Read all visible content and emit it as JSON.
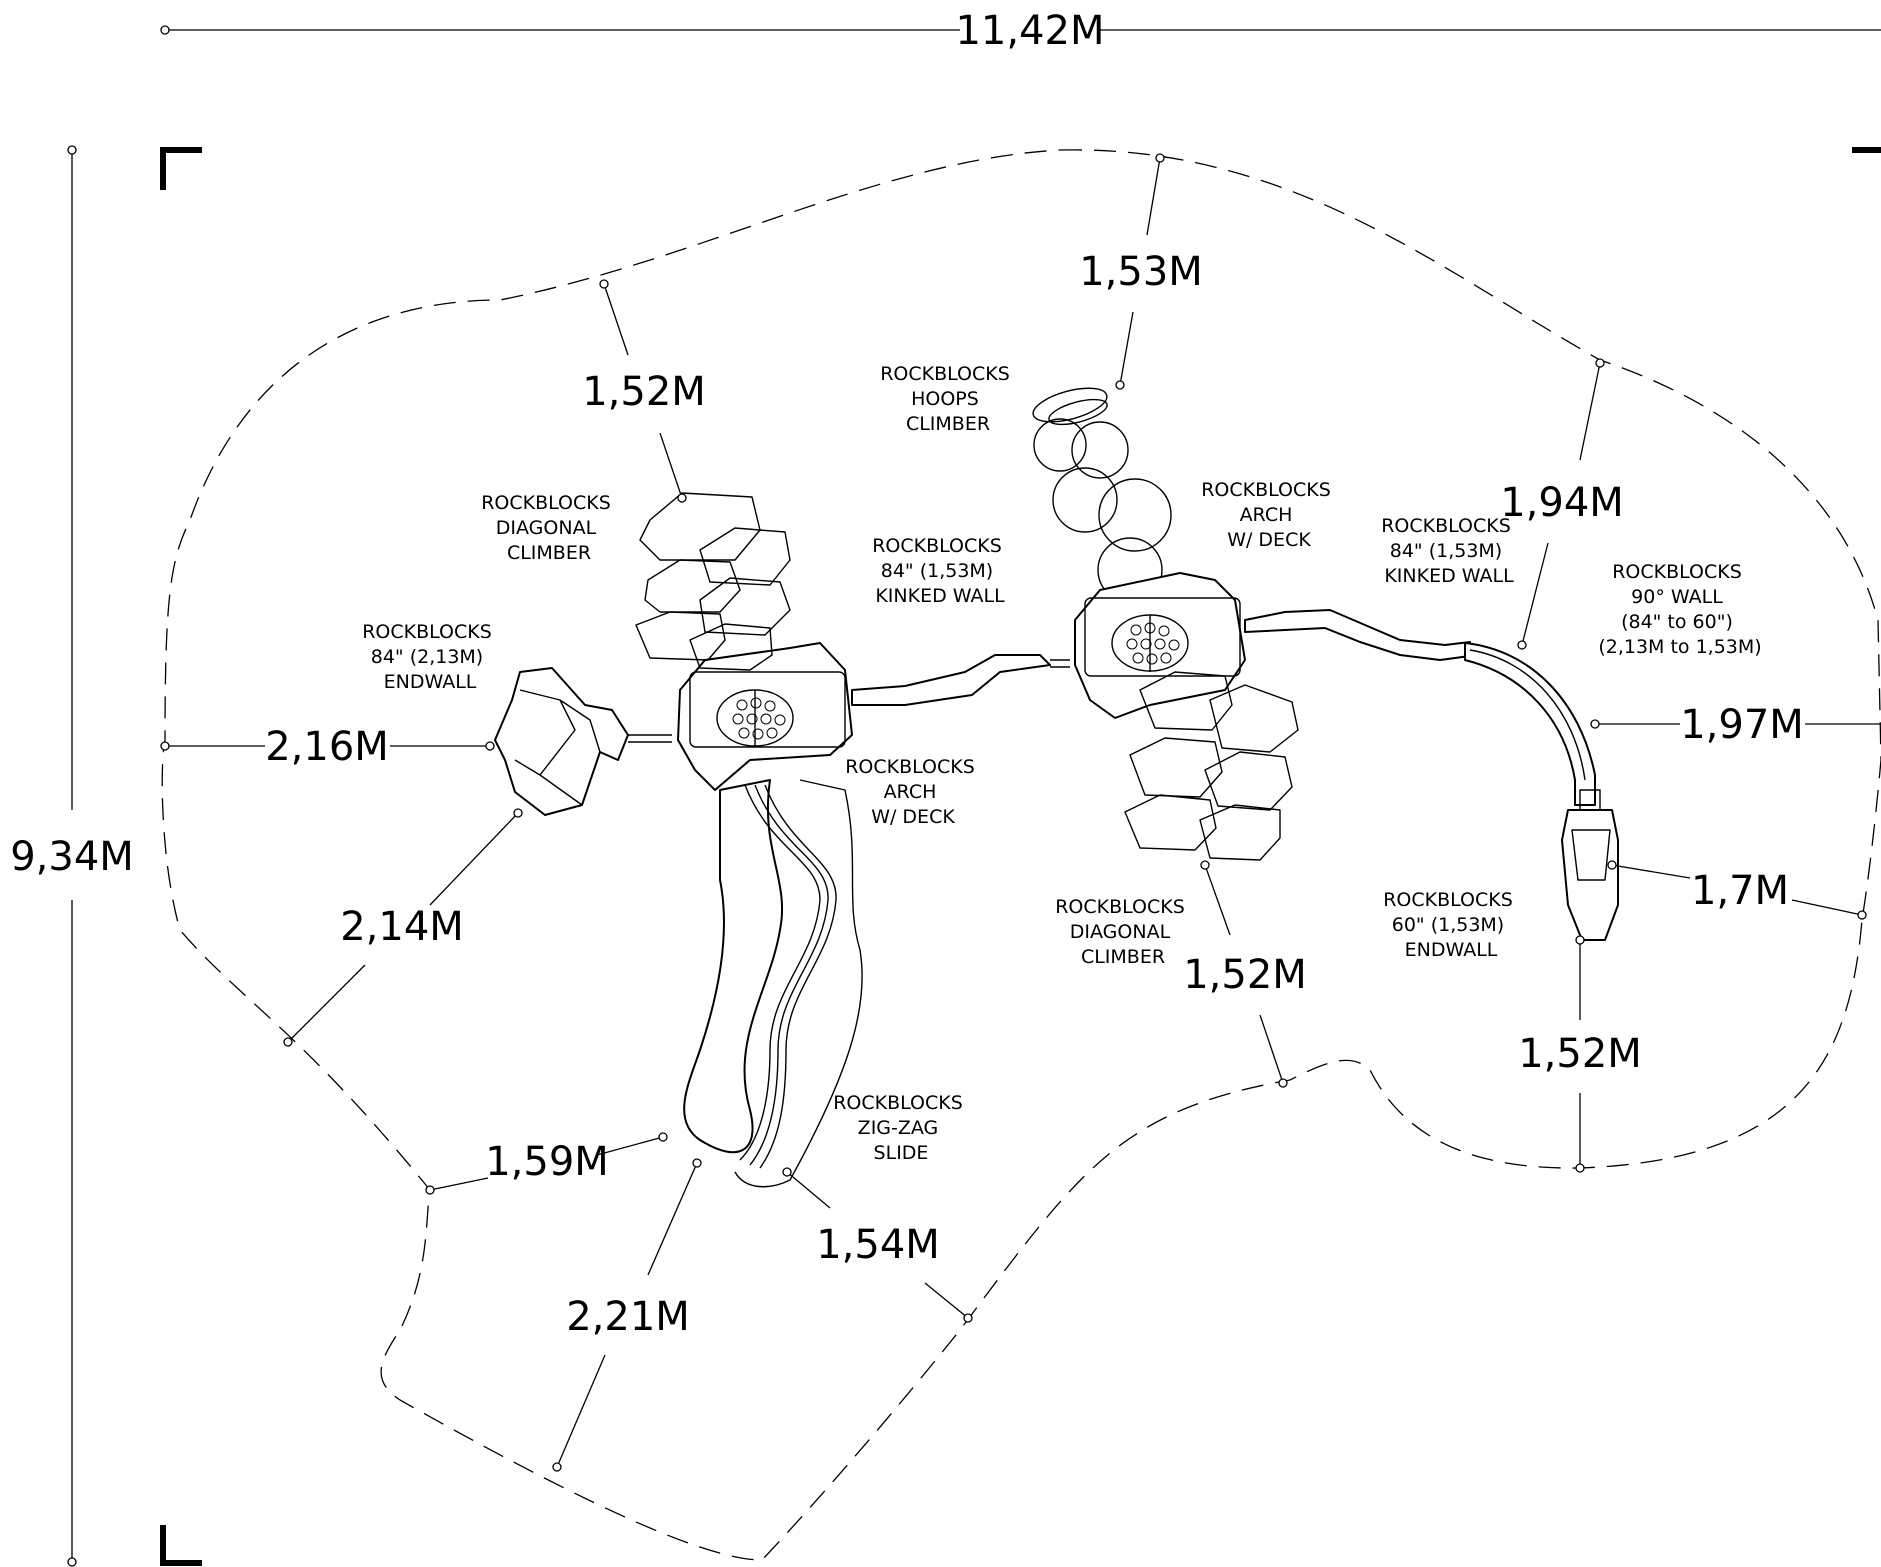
{
  "overall": {
    "width": "11,42M",
    "height": "9,34M"
  },
  "dimensions": {
    "top_center": "1,53M",
    "upper_left": "1,52M",
    "upper_right": "1,94M",
    "left": "2,16M",
    "left_lower": "2,14M",
    "right": "1,97M",
    "right_lower": "1,7M",
    "center_lower": "1,52M",
    "right_bottom": "1,52M",
    "slide_left": "1,59M",
    "slide_right": "1,54M",
    "slide_bottom": "2,21M"
  },
  "labels": {
    "hoops_climber": [
      "ROCKBLOCKS",
      "HOOPS",
      "CLIMBER"
    ],
    "diagonal_climber_left": [
      "ROCKBLOCKS",
      "DIAGONAL",
      "CLIMBER"
    ],
    "kinked_wall_left": [
      "ROCKBLOCKS",
      "84\" (1,53M)",
      "KINKED WALL"
    ],
    "arch_deck_right": [
      "ROCKBLOCKS",
      "ARCH",
      "W/ DECK"
    ],
    "kinked_wall_right": [
      "ROCKBLOCKS",
      "84\" (1,53M)",
      "KINKED WALL"
    ],
    "wall_90": [
      "ROCKBLOCKS",
      "90° WALL",
      "(84\" to 60\")",
      "(2,13M to 1,53M)"
    ],
    "endwall_84": [
      "ROCKBLOCKS",
      "84\" (2,13M)",
      "ENDWALL"
    ],
    "arch_deck_left": [
      "ROCKBLOCKS",
      "ARCH",
      "W/ DECK"
    ],
    "diagonal_climber_center": [
      "ROCKBLOCKS",
      "DIAGONAL",
      "CLIMBER"
    ],
    "endwall_60": [
      "ROCKBLOCKS",
      "60\" (1,53M)",
      "ENDWALL"
    ],
    "zigzag_slide": [
      "ROCKBLOCKS",
      "ZIG-ZAG",
      "SLIDE"
    ]
  }
}
